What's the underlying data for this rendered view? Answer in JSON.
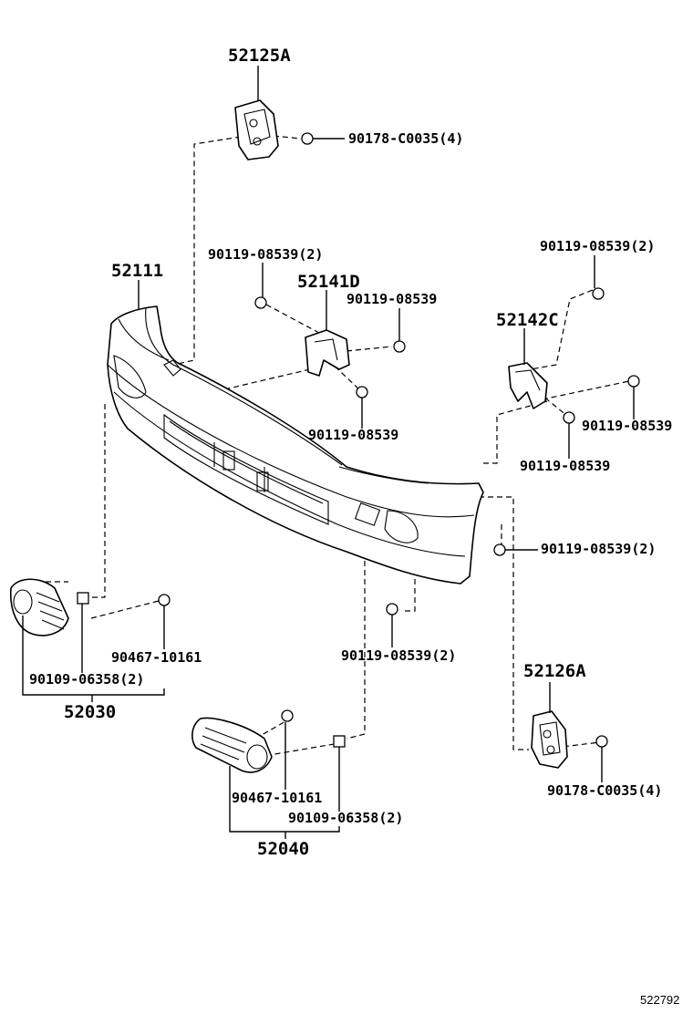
{
  "labels": {
    "bracket_52125A": "52125A",
    "nut_90178_top": "90178-C0035(4)",
    "bolt_left_upper": "90119-08539(2)",
    "bumper_52111": "52111",
    "bracket_52141D": "52141D",
    "bolt_52141D_right": "90119-08539",
    "bolt_52141D_bottom": "90119-08539",
    "bolt_right_upper": "90119-08539(2)",
    "bracket_52142C": "52142C",
    "bolt_52142C_right": "90119-08539",
    "bolt_52142C_bottom": "90119-08539",
    "bolt_bumper_right": "90119-08539(2)",
    "bolt_bumper_bottom": "90119-08539(2)",
    "clip_90467_left": "90467-10161",
    "screw_90109_left": "90109-06358(2)",
    "cover_52030": "52030",
    "bracket_52126A": "52126A",
    "nut_90178_bottom": "90178-C0035(4)",
    "clip_90467_right": "90467-10161",
    "screw_90109_right": "90109-06358(2)",
    "cover_52040": "52040"
  },
  "reference_number": "522792",
  "parts": [
    {
      "name": "bumper-cover",
      "part_no": "52111"
    },
    {
      "name": "upper-left-bracket",
      "part_no": "52125A"
    },
    {
      "name": "lower-right-bracket",
      "part_no": "52126A"
    },
    {
      "name": "center-left-bracket",
      "part_no": "52141D"
    },
    {
      "name": "center-right-bracket",
      "part_no": "52142C"
    },
    {
      "name": "left-fog-cover",
      "part_no": "52030"
    },
    {
      "name": "right-fog-cover",
      "part_no": "52040"
    }
  ]
}
